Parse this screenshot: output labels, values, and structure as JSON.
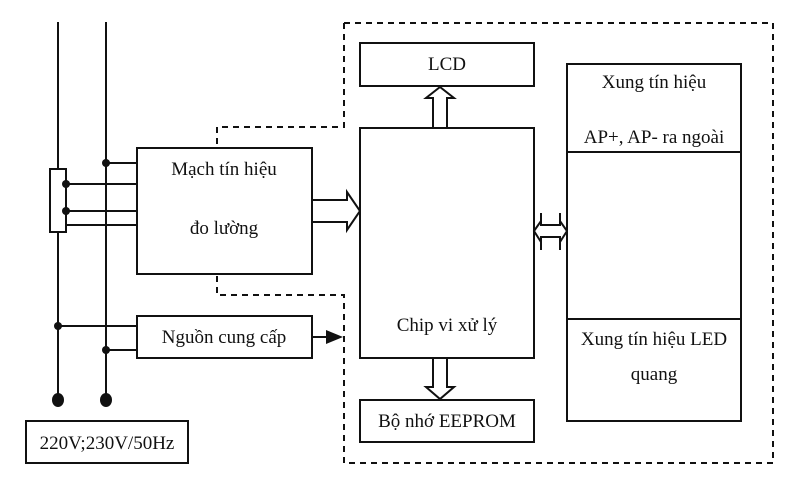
{
  "diagram": {
    "type": "block-diagram",
    "colors": {
      "line": "#111111",
      "background": "#ffffff"
    },
    "blocks": {
      "signal_circuit": {
        "line1": "Mạch tín hiệu",
        "line2": "đo lường"
      },
      "power_supply": {
        "label": "Nguồn cung cấp"
      },
      "lcd": {
        "label": "LCD"
      },
      "microchip": {
        "label": "Chip vi xử lý"
      },
      "eeprom": {
        "label": "Bộ nhớ EEPROM"
      },
      "pulse_output": {
        "line1": "Xung tín hiệu",
        "line2": "AP+, AP- ra ngoài"
      },
      "led_pulse": {
        "line1": "Xung tín hiệu LED",
        "line2": "quang"
      },
      "mains_input": {
        "label": "220V;230V/50Hz"
      }
    },
    "connections": [
      {
        "from": "mains_input",
        "to": "signal_circuit",
        "kind": "wires"
      },
      {
        "from": "mains_input",
        "to": "power_supply",
        "kind": "wires"
      },
      {
        "from": "signal_circuit",
        "to": "microchip",
        "kind": "hollow-arrow"
      },
      {
        "from": "microchip",
        "to": "lcd",
        "kind": "hollow-arrow"
      },
      {
        "from": "microchip",
        "to": "eeprom",
        "kind": "hollow-arrow"
      },
      {
        "from": "microchip",
        "to": "pulse_output",
        "kind": "bidirectional-hollow-arrow"
      },
      {
        "from": "power_supply",
        "to": "microchip-enclosure",
        "kind": "solid-arrow"
      }
    ]
  }
}
